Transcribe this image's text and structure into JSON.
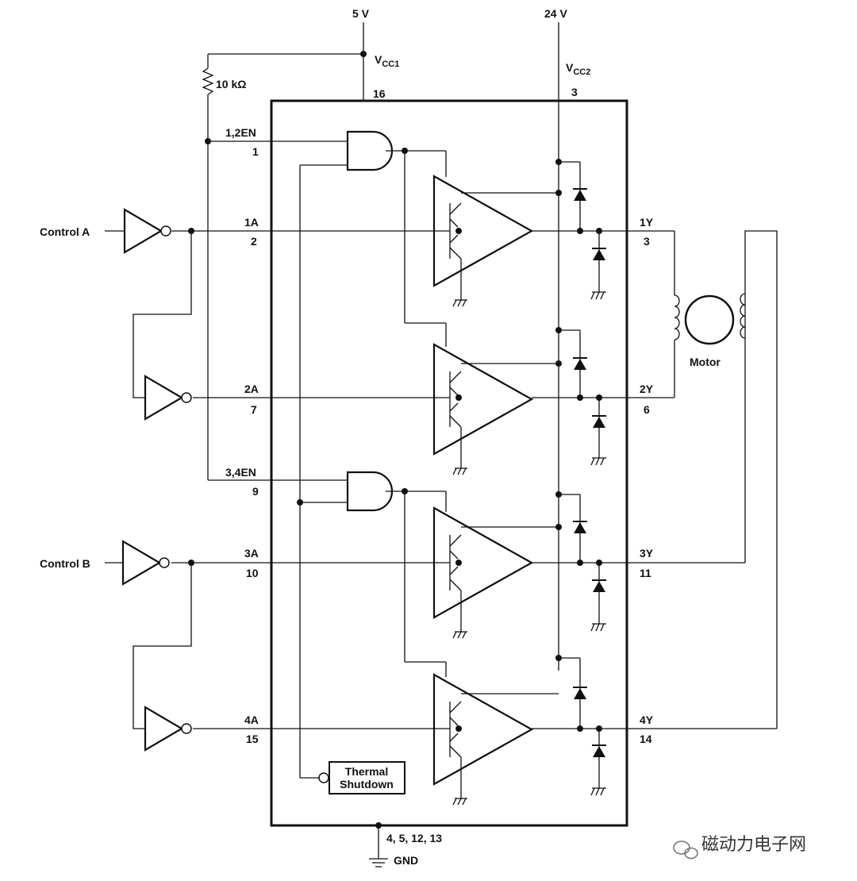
{
  "supplies": {
    "vcc1_volt": "5 V",
    "vcc2_volt": "24 V",
    "vcc1": "V",
    "vcc1_sub": "CC1",
    "vcc2": "V",
    "vcc2_sub": "CC2",
    "pin_vcc1": "16",
    "pin_vcc2": "3"
  },
  "resistor": "10 kΩ",
  "enables": {
    "en12": "1,2EN",
    "en12_pin": "1",
    "en34": "3,4EN",
    "en34_pin": "9"
  },
  "controls": {
    "a": "Control A",
    "b": "Control B"
  },
  "inputs": [
    {
      "label": "1A",
      "pin": "2"
    },
    {
      "label": "2A",
      "pin": "7"
    },
    {
      "label": "3A",
      "pin": "10"
    },
    {
      "label": "4A",
      "pin": "15"
    }
  ],
  "outputs": [
    {
      "label": "1Y",
      "pin": "3"
    },
    {
      "label": "2Y",
      "pin": "6"
    },
    {
      "label": "3Y",
      "pin": "11"
    },
    {
      "label": "4Y",
      "pin": "14"
    }
  ],
  "motor": "Motor",
  "thermal": {
    "line1": "Thermal",
    "line2": "Shutdown"
  },
  "ground": {
    "pins": "4, 5, 12, 13",
    "label": "GND"
  },
  "watermark": "磁动力电子网"
}
